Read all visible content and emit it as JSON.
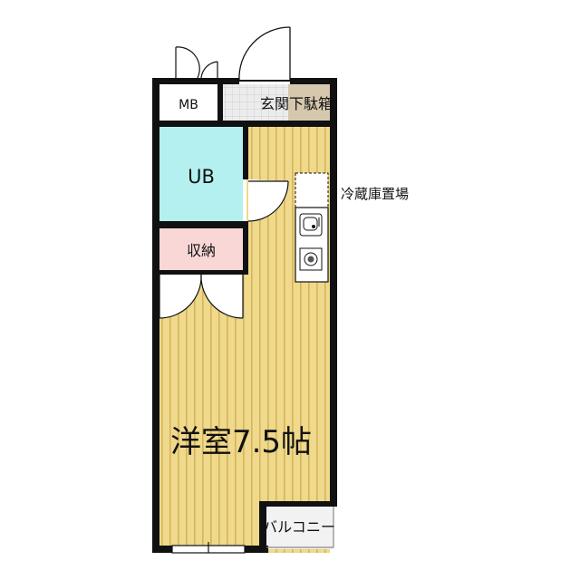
{
  "rooms": {
    "mb": "MB",
    "entrance": "玄関",
    "shoe_box": "下駄箱",
    "unit_bath": "UB",
    "storage": "収納",
    "fridge_space": "冷蔵庫置場",
    "western_room": "洋室7.5帖",
    "balcony": "バルコニー"
  },
  "colors": {
    "wall": "#111111",
    "floor_wood": "#eed98c",
    "floor_stripe": "#d9b35a",
    "unit_bath": "#b5f0f0",
    "storage": "#fad7d7",
    "entrance_tile": "#e6e6e6",
    "shoe_box": "#d6c8ad",
    "balcony": "#f2f2f2"
  },
  "icons": {
    "sink": "sink-icon",
    "stove": "stove-icon",
    "entry_door": "entry-door-swing-icon",
    "mb_door": "mb-double-door-icon",
    "bath_door": "bath-door-swing-icon",
    "closet_door": "closet-double-door-icon"
  }
}
